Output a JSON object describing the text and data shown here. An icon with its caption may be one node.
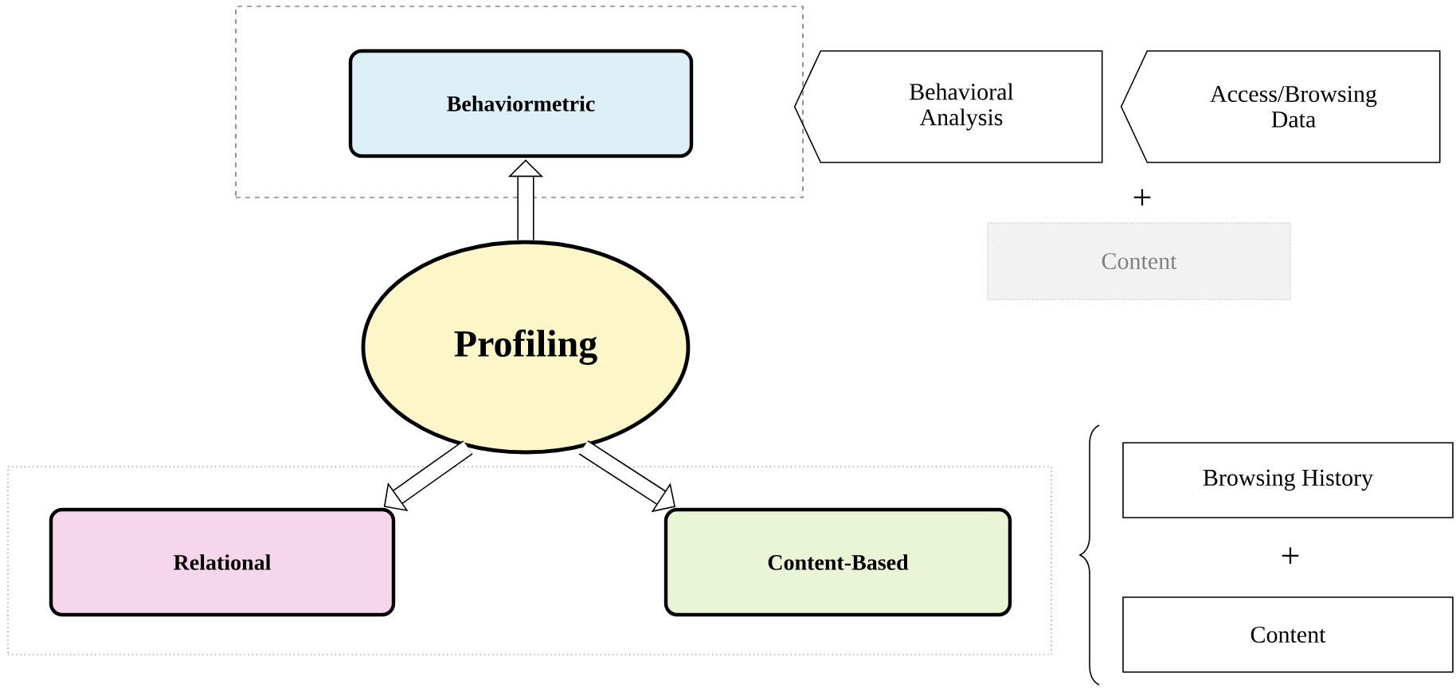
{
  "diagram": {
    "nodes": [
      {
        "text": [],
        "shape": "box"
      },
      {
        "text": [
          "Behaviormetric"
        ],
        "in": 0
      },
      {
        "text": [
          "Profiling"
        ]
      },
      {
        "text": [],
        "shape": "box"
      },
      {
        "text": [
          "Relational"
        ],
        "in": 3
      },
      {
        "text": [
          "Content-Based"
        ],
        "in": 3
      },
      {
        "text": [
          "Behavioral Analysis"
        ]
      },
      {
        "text": [
          "Access/Browsing Data"
        ]
      },
      {
        "text": [
          "Content"
        ]
      },
      {
        "text": [
          "Browsing History"
        ]
      },
      {
        "text": [
          "Content"
        ]
      }
    ],
    "edges": [
      {
        "from": 2,
        "to": 1,
        "arrow": "to"
      },
      {
        "from": 2,
        "to": 4,
        "arrow": "to"
      },
      {
        "from": 2,
        "to": 5,
        "arrow": "to"
      }
    ],
    "labels": [
      "+",
      "+"
    ]
  }
}
